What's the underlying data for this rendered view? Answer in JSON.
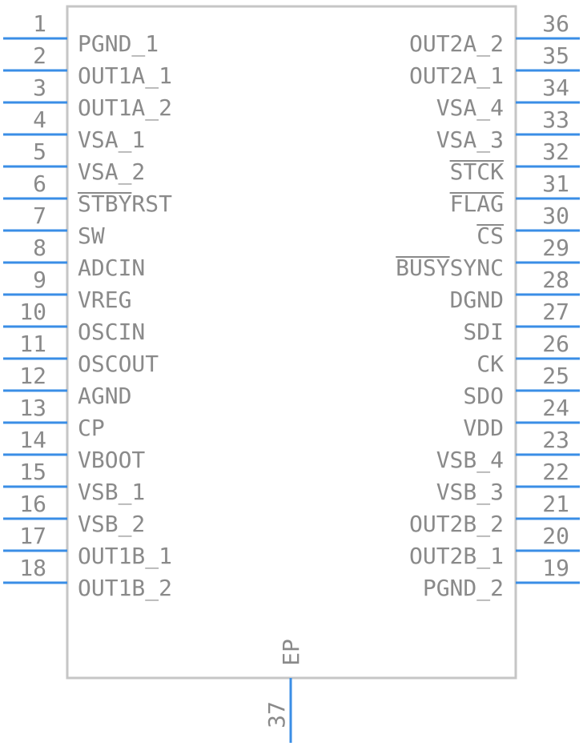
{
  "component": {
    "body_color": "#c6c6c6",
    "pin_color": "#3a8ee6",
    "text_color": "#8a8a8a"
  },
  "left_pins": [
    {
      "num": "1",
      "label": "PGND_1"
    },
    {
      "num": "2",
      "label": "OUT1A_1"
    },
    {
      "num": "3",
      "label": "OUT1A_2"
    },
    {
      "num": "4",
      "label": "VSA_1"
    },
    {
      "num": "5",
      "label": "VSA_2"
    },
    {
      "num": "6",
      "label": "STBYRST",
      "overbar": "STBY"
    },
    {
      "num": "7",
      "label": "SW"
    },
    {
      "num": "8",
      "label": "ADCIN"
    },
    {
      "num": "9",
      "label": "VREG"
    },
    {
      "num": "10",
      "label": "OSCIN"
    },
    {
      "num": "11",
      "label": "OSCOUT"
    },
    {
      "num": "12",
      "label": "AGND"
    },
    {
      "num": "13",
      "label": "CP"
    },
    {
      "num": "14",
      "label": "VBOOT"
    },
    {
      "num": "15",
      "label": "VSB_1"
    },
    {
      "num": "16",
      "label": "VSB_2"
    },
    {
      "num": "17",
      "label": "OUT1B_1"
    },
    {
      "num": "18",
      "label": "OUT1B_2"
    }
  ],
  "right_pins": [
    {
      "num": "36",
      "label": "OUT2A_2"
    },
    {
      "num": "35",
      "label": "OUT2A_1"
    },
    {
      "num": "34",
      "label": "VSA_4"
    },
    {
      "num": "33",
      "label": "VSA_3"
    },
    {
      "num": "32",
      "label": "STCK",
      "overbar": "STCK"
    },
    {
      "num": "31",
      "label": "FLAG",
      "overbar": "FLAG"
    },
    {
      "num": "30",
      "label": "CS",
      "overbar": "CS"
    },
    {
      "num": "29",
      "label": "BUSYSYNC",
      "overbar": "BUSY"
    },
    {
      "num": "28",
      "label": "DGND"
    },
    {
      "num": "27",
      "label": "SDI"
    },
    {
      "num": "26",
      "label": "CK"
    },
    {
      "num": "25",
      "label": "SDO"
    },
    {
      "num": "24",
      "label": "VDD"
    },
    {
      "num": "23",
      "label": "VSB_4"
    },
    {
      "num": "22",
      "label": "VSB_3"
    },
    {
      "num": "21",
      "label": "OUT2B_2"
    },
    {
      "num": "20",
      "label": "OUT2B_1"
    },
    {
      "num": "19",
      "label": "PGND_2"
    }
  ],
  "bottom_pin": {
    "num": "37",
    "label": "EP"
  }
}
